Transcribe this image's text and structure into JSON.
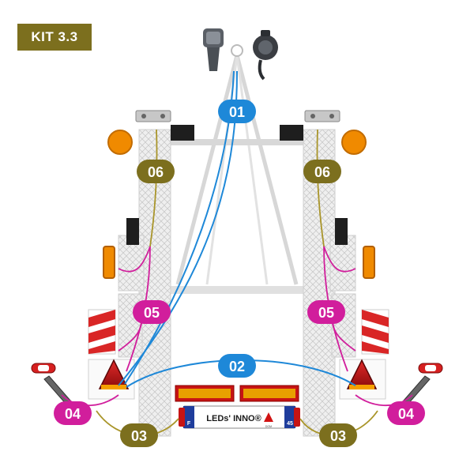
{
  "kit_label": "KIT 3.3",
  "callouts": {
    "c01": "01",
    "c02": "02",
    "c03": "03",
    "c04": "04",
    "c05": "05",
    "c06": "06"
  },
  "plate": {
    "brand": "LEDs' INNO®",
    "left_tag": "F",
    "right_tag": "45",
    "bottom_tag": "DOM"
  },
  "colors": {
    "blue": "#1e88d8",
    "olive": "#7c6f1e",
    "magenta": "#d11e9c",
    "frame": "#d5d5d5",
    "lamp_red": "#c0131a",
    "amber": "#f08a00"
  }
}
